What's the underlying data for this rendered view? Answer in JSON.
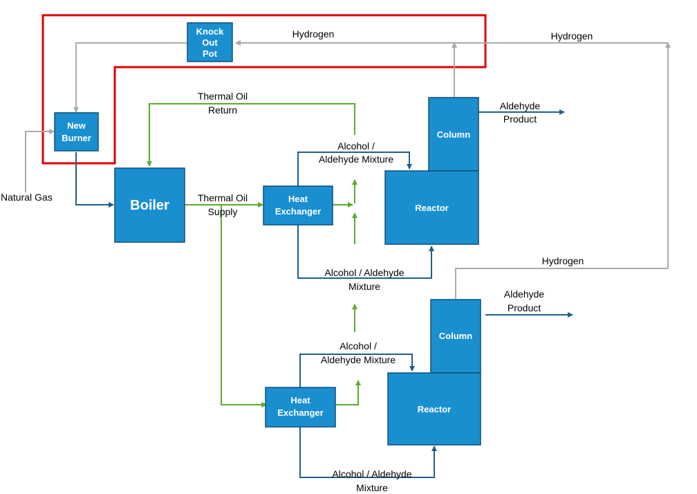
{
  "colors": {
    "box_fill": "#1a8fd0",
    "hydrogen_line": "#a9a9a9",
    "thermal_oil_line": "#5aab2c",
    "process_line": "#1f5f86",
    "highlight": "#e00000"
  },
  "boxes": {
    "knock_out_pot": [
      "Knock",
      "Out",
      "Pot"
    ],
    "new_burner": [
      "New",
      "Burner"
    ],
    "boiler": "Boiler",
    "heat_exchanger_1": [
      "Heat",
      "Exchanger"
    ],
    "heat_exchanger_2": [
      "Heat",
      "Exchanger"
    ],
    "column_1": "Column",
    "reactor_1": "Reactor",
    "column_2": "Column",
    "reactor_2": "Reactor"
  },
  "labels": {
    "hydrogen_top_left": "Hydrogen",
    "hydrogen_top_right": "Hydrogen",
    "hydrogen_mid": "Hydrogen",
    "natural_gas": "Natural Gas",
    "thermal_oil_return": [
      "Thermal Oil",
      "Return"
    ],
    "thermal_oil_supply": [
      "Thermal Oil",
      "Supply"
    ],
    "alcohol_mix_top_1": [
      "Alcohol /",
      "Aldehyde Mixture"
    ],
    "alcohol_mix_bottom_1": [
      "Alcohol / Aldehyde",
      "Mixture"
    ],
    "aldehyde_product_1": [
      "Aldehyde",
      "Product"
    ],
    "alcohol_mix_top_2": [
      "Alcohol /",
      "Aldehyde Mixture"
    ],
    "alcohol_mix_bottom_2": [
      "Alcohol / Aldehyde",
      "Mixture"
    ],
    "aldehyde_product_2": [
      "Aldehyde",
      "Product"
    ]
  }
}
